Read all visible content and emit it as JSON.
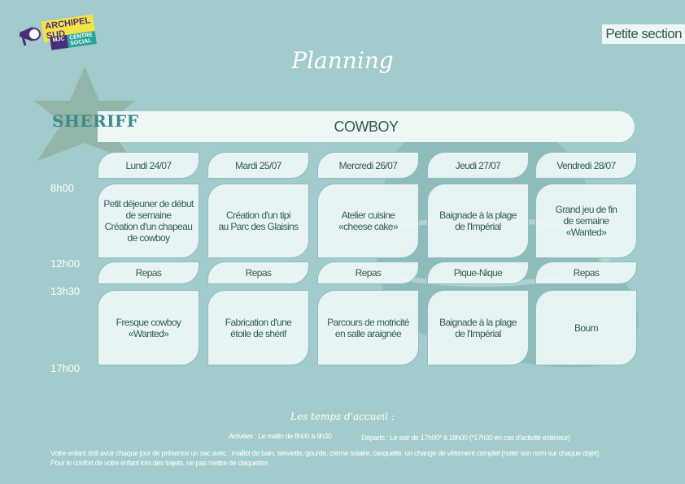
{
  "logo": {
    "line1": "ARCHIPEL SUD",
    "mjc": "MJC",
    "cs": "CENTRE SOCIAL"
  },
  "section": "Petite section",
  "title": "Planning",
  "badge": "SHERIFF",
  "theme": "COWBOY",
  "times": [
    "8h00",
    "12h00",
    "13h30",
    "17h00"
  ],
  "days": [
    {
      "label": "Lundi 24/07",
      "morning": "Petit déjeuner de début\nde semaine\nCréation d'un chapeau\nde cowboy",
      "lunch": "Repas",
      "afternoon": "Fresque cowboy\n«Wanted»"
    },
    {
      "label": "Mardi 25/07",
      "morning": "Création d'un tipi\nau Parc des Glaisins",
      "lunch": "Repas",
      "afternoon": "Fabrication d'une\nétoile de shérif"
    },
    {
      "label": "Mercredi 26/07",
      "morning": "Atelier cuisine\n«cheese cake»",
      "lunch": "Repas",
      "afternoon": "Parcours de motricité\nen salle araignée"
    },
    {
      "label": "Jeudi 27/07",
      "morning": "Baignade à la plage\nde l'Impérial",
      "lunch": "Pique-Nique",
      "afternoon": "Baignade à la plage\nde l'Impérial"
    },
    {
      "label": "Vendredi 28/07",
      "morning": "Grand jeu de fin\nde semaine\n«Wanted»",
      "lunch": "Repas",
      "afternoon": "Boum"
    }
  ],
  "footer": {
    "heading": "Les temps d'accueil :",
    "arrivals": "Arrivées : Le matin de 8h00 à 9h30",
    "departures": "Départs : Le soir de 17h00* à 18h00 (*17h30 en cas d'activité extérieur)",
    "note1": "Votre enfant doit avoir chaque jour de présence un sac avec : maillot de bain, serviette, gourde, crème solaire, casquette, un change de vêtement complet (noter son nom sur chaque objet)",
    "note2": "Pour le confort de votre enfant lors des trajets, ne pas mettre de claquettes"
  }
}
